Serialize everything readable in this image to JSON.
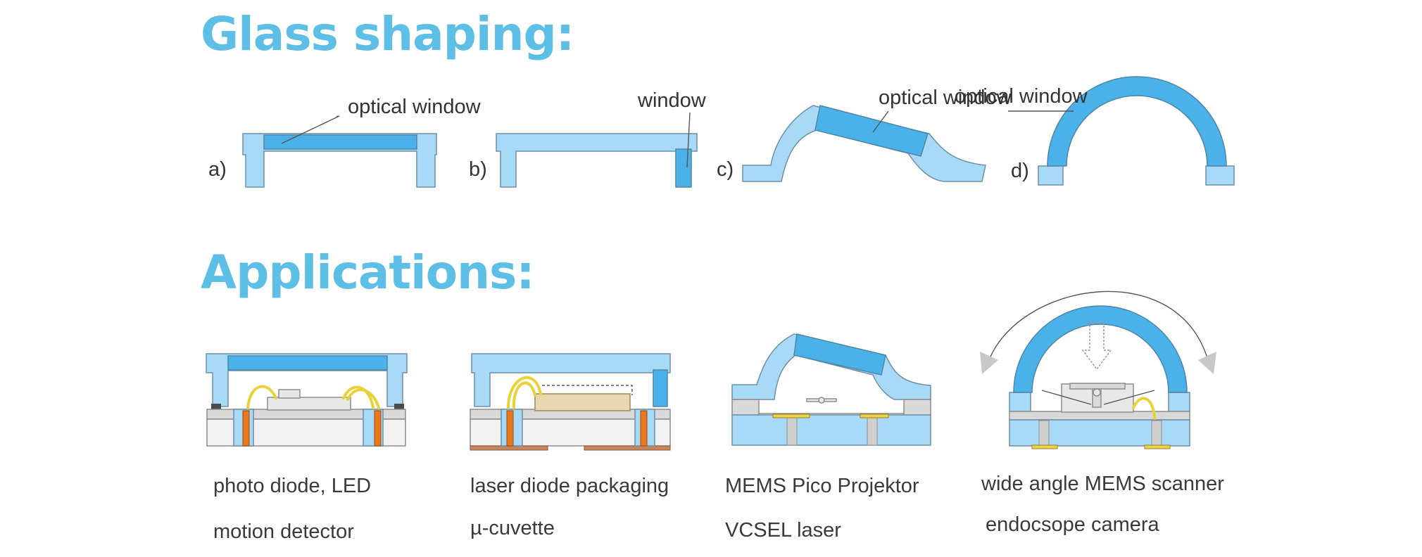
{
  "headings": {
    "glass_shaping": "Glass shaping:",
    "applications": "Applications:"
  },
  "shaping": {
    "a": {
      "letter": "a)",
      "label": "optical window"
    },
    "b": {
      "letter": "b)",
      "label": "window"
    },
    "c": {
      "letter": "c)",
      "label": "optical window"
    },
    "d": {
      "letter": "d)",
      "label": "optical window"
    }
  },
  "applications": [
    {
      "line1": "photo diode, LED",
      "line2": "motion detector"
    },
    {
      "line1": "laser diode packaging",
      "line2": "µ-cuvette"
    },
    {
      "line1": "MEMS Pico Projektor",
      "line2": "VCSEL laser"
    },
    {
      "line1": "wide angle MEMS scanner",
      "line2": "endocsope camera"
    }
  ],
  "colors": {
    "heading": "#5dbfe5",
    "light_glass": "#a8daf7",
    "optical_window": "#4ab2e8",
    "via": "#e8781e",
    "bond_wire": "#e8d23a"
  }
}
